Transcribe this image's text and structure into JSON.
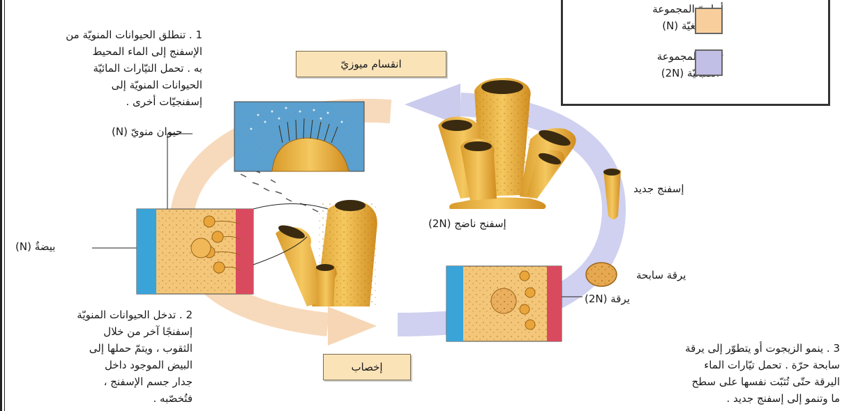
{
  "legend": {
    "haploid_label": "أحاديّ المجموعة\nالصبغيّة (N)",
    "diploid_label": "ثنائيّ المجموعة\nالصبغيّة (2N)",
    "haploid_color": "#f8cf9c",
    "diploid_color": "#c2bfe6"
  },
  "stages": {
    "meiosis": "انقسام ميوزيّ",
    "fertilization": "إخصاب"
  },
  "labels": {
    "sperm": "حيوان منويّ (N)",
    "egg": "بيضةٌ (N)",
    "adult_sponge": "إسفنج ناضج (2N)",
    "new_sponge": "إسفنج جديد",
    "swimming_larva": "يرقة سابحة",
    "larva": "يرقة (2N)"
  },
  "steps": {
    "step1": "1 . تنطلق الحيوانات المنويّة من\nالإسفنج إلى الماء المحيط\nبه . تحمل التيّارات المائيّة\nالحيوانات المنويّة إلى\nإسفنجيّات أخرى .",
    "step2": "2 . تدخل الحيوانات المنويّة\nإسفنجًا آخر من خلال\nالثقوب ، ويتمّ حملها إلى\nالبيض الموجود داخل\nجدار جسم الإسفنج ،\nفتُخصّبه .",
    "step3": "3 . ينمو الزيجوت أو يتطوّر إلى يرقة\nسابحة حرّة . تحمل تيّارات الماء\nاليرقة حتّى تُثبّت نفسها على سطح\nما وتنمو إلى إسفنج جديد ."
  }
}
